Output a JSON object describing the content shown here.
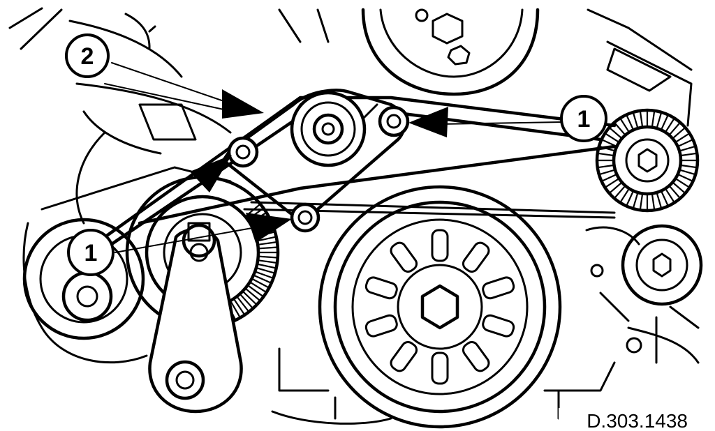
{
  "callouts": {
    "bolt_label": "1",
    "tensioner_label": "2"
  },
  "figure_ref": "D.303.1438"
}
